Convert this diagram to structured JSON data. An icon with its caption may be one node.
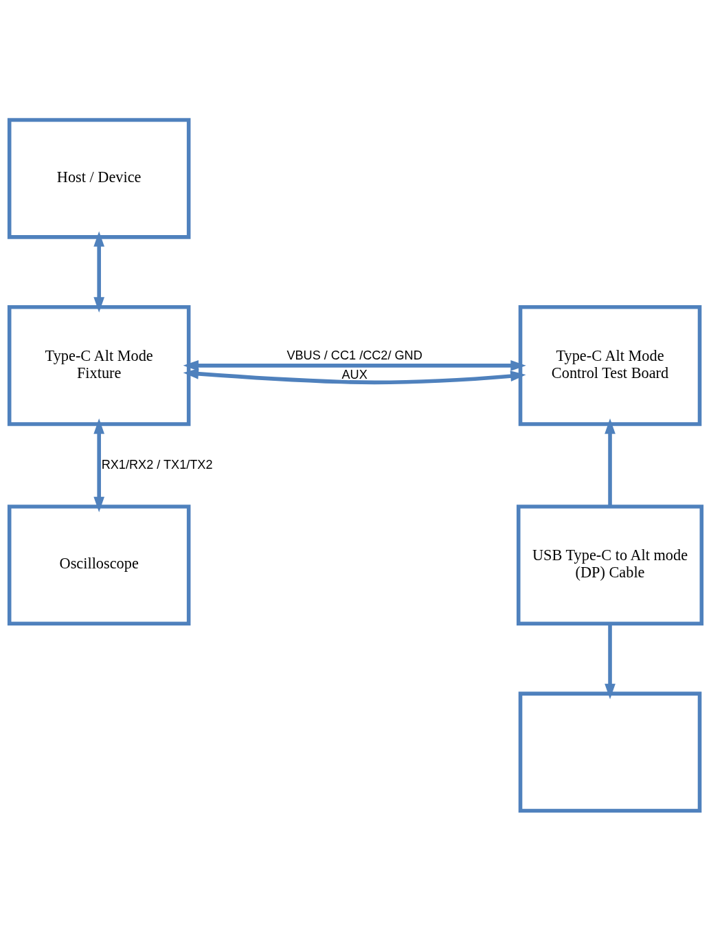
{
  "diagram": {
    "nodes": [
      {
        "text": [
          "Host / Device"
        ]
      },
      {
        "text": [
          "Type-C Alt Mode Fixture"
        ]
      },
      {
        "text": [
          "Type-C Alt Mode Control Test Board"
        ]
      },
      {
        "text": [
          "Oscilloscope"
        ]
      },
      {
        "text": [
          "USB Type-C to Alt mode (DP) Cable"
        ]
      },
      {
        "text": [],
        "shape": "box"
      }
    ],
    "edges": [
      {
        "from": 0,
        "to": 1,
        "arrow": "both"
      },
      {
        "from": 1,
        "to": 2,
        "arrow": "both",
        "label": "VBUS / CC1 /CC2/ GND"
      },
      {
        "from": 1,
        "to": 2,
        "arrow": "both",
        "label": "AUX"
      },
      {
        "from": 1,
        "to": 3,
        "arrow": "both",
        "label": "RX1/RX2 / TX1/TX2"
      },
      {
        "from": 4,
        "to": 2,
        "arrow": "to"
      },
      {
        "from": 4,
        "to": 5,
        "arrow": "to"
      }
    ]
  }
}
